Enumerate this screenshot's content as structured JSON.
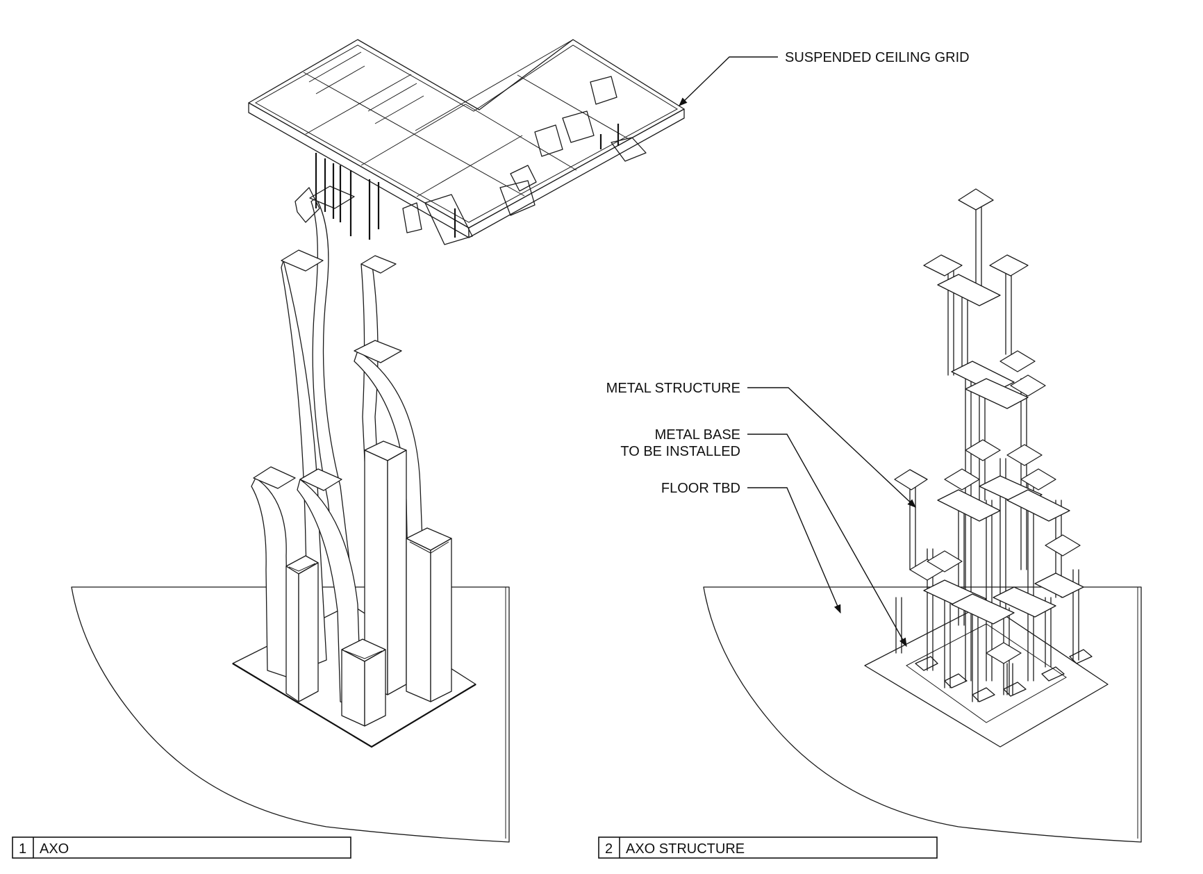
{
  "annotations": {
    "ceiling_grid": "SUSPENDED CEILING GRID",
    "metal_structure": "METAL STRUCTURE",
    "metal_base_line1": "METAL BASE",
    "metal_base_line2": "TO BE INSTALLED",
    "floor": "FLOOR TBD"
  },
  "title_blocks": [
    {
      "number": "1",
      "title": "AXO"
    },
    {
      "number": "2",
      "title": "AXO STRUCTURE"
    }
  ]
}
